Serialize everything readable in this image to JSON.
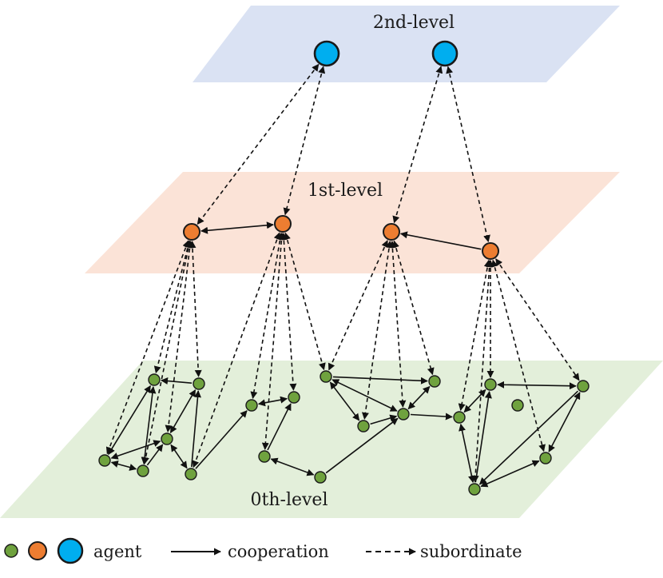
{
  "levels": {
    "top_label": "2nd-level",
    "mid_label": "1st-level",
    "bottom_label": "0th-level"
  },
  "legend": {
    "agent_label": "agent",
    "cooperation_label": "cooperation",
    "subordinate_label": "subordinate"
  },
  "colors": {
    "plane_top": "#dae2f3",
    "plane_mid": "#fbe3d7",
    "plane_bottom": "#e3efda",
    "agent_level0": "#6fa23e",
    "agent_level1": "#ed7d31",
    "agent_level2": "#00aeef",
    "node_stroke": "#1a1a1a"
  }
}
